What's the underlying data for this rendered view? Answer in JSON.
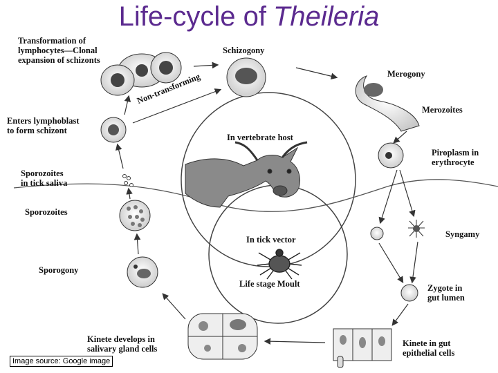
{
  "title": {
    "main": "Life-cycle of",
    "italic": "Theileria"
  },
  "labels": {
    "transformation": "Transformation of\nlymphocytes—Clonal\nexpansion of schizonts",
    "schizogony": "Schizogony",
    "merogony": "Merogony",
    "merozoites": "Merozoites",
    "non_transforming": "Non-transforming",
    "enters_lymphoblast": "Enters lymphoblast\nto form schizont",
    "in_vertebrate_host": "In vertebrate host",
    "piroplasm": "Piroplasm in\nerythrocyte",
    "sporozoites_saliva": "Sporozoites\nin tick saliva",
    "sporozoites": "Sporozoites",
    "syngamy": "Syngamy",
    "in_tick_vector": "In tick vector",
    "sporogony": "Sporogony",
    "life_stage": "Life stage Moult",
    "zygote": "Zygote in\ngut lumen",
    "kinete_salivary": "Kinete develops in\nsalivary gland cells",
    "kinete_gut": "Kinete in gut\nepithelial cells"
  },
  "source_note": "Image source: Google image",
  "colors": {
    "title": "#5b2a8f",
    "line": "#333333"
  },
  "icons": [
    "cow-illustration",
    "tick-illustration"
  ]
}
